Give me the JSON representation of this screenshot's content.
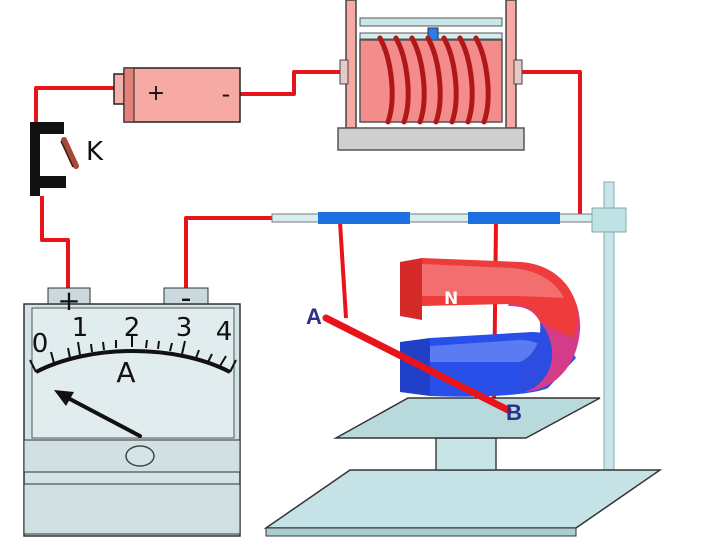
{
  "battery": {
    "plus": "+",
    "minus": "-"
  },
  "switch": {
    "label": "K"
  },
  "ammeter": {
    "plus": "+",
    "minus": "-",
    "scale": [
      "0",
      "1",
      "2",
      "3",
      "4"
    ],
    "unit": "A"
  },
  "rod": {
    "end_a": "A",
    "end_b": "B"
  },
  "magnet": {
    "north": "N"
  },
  "colors": {
    "wire": "#e8141b",
    "rail": "#1d6fe0",
    "magnet_north": "#ee3b3b",
    "magnet_south": "#2850e8",
    "stand": "#bfe2e5",
    "meter": "#d7e3e6",
    "coil_body": "#f48c8c",
    "coil_wire": "#b01818",
    "label_blue": "#2a2f8c"
  }
}
